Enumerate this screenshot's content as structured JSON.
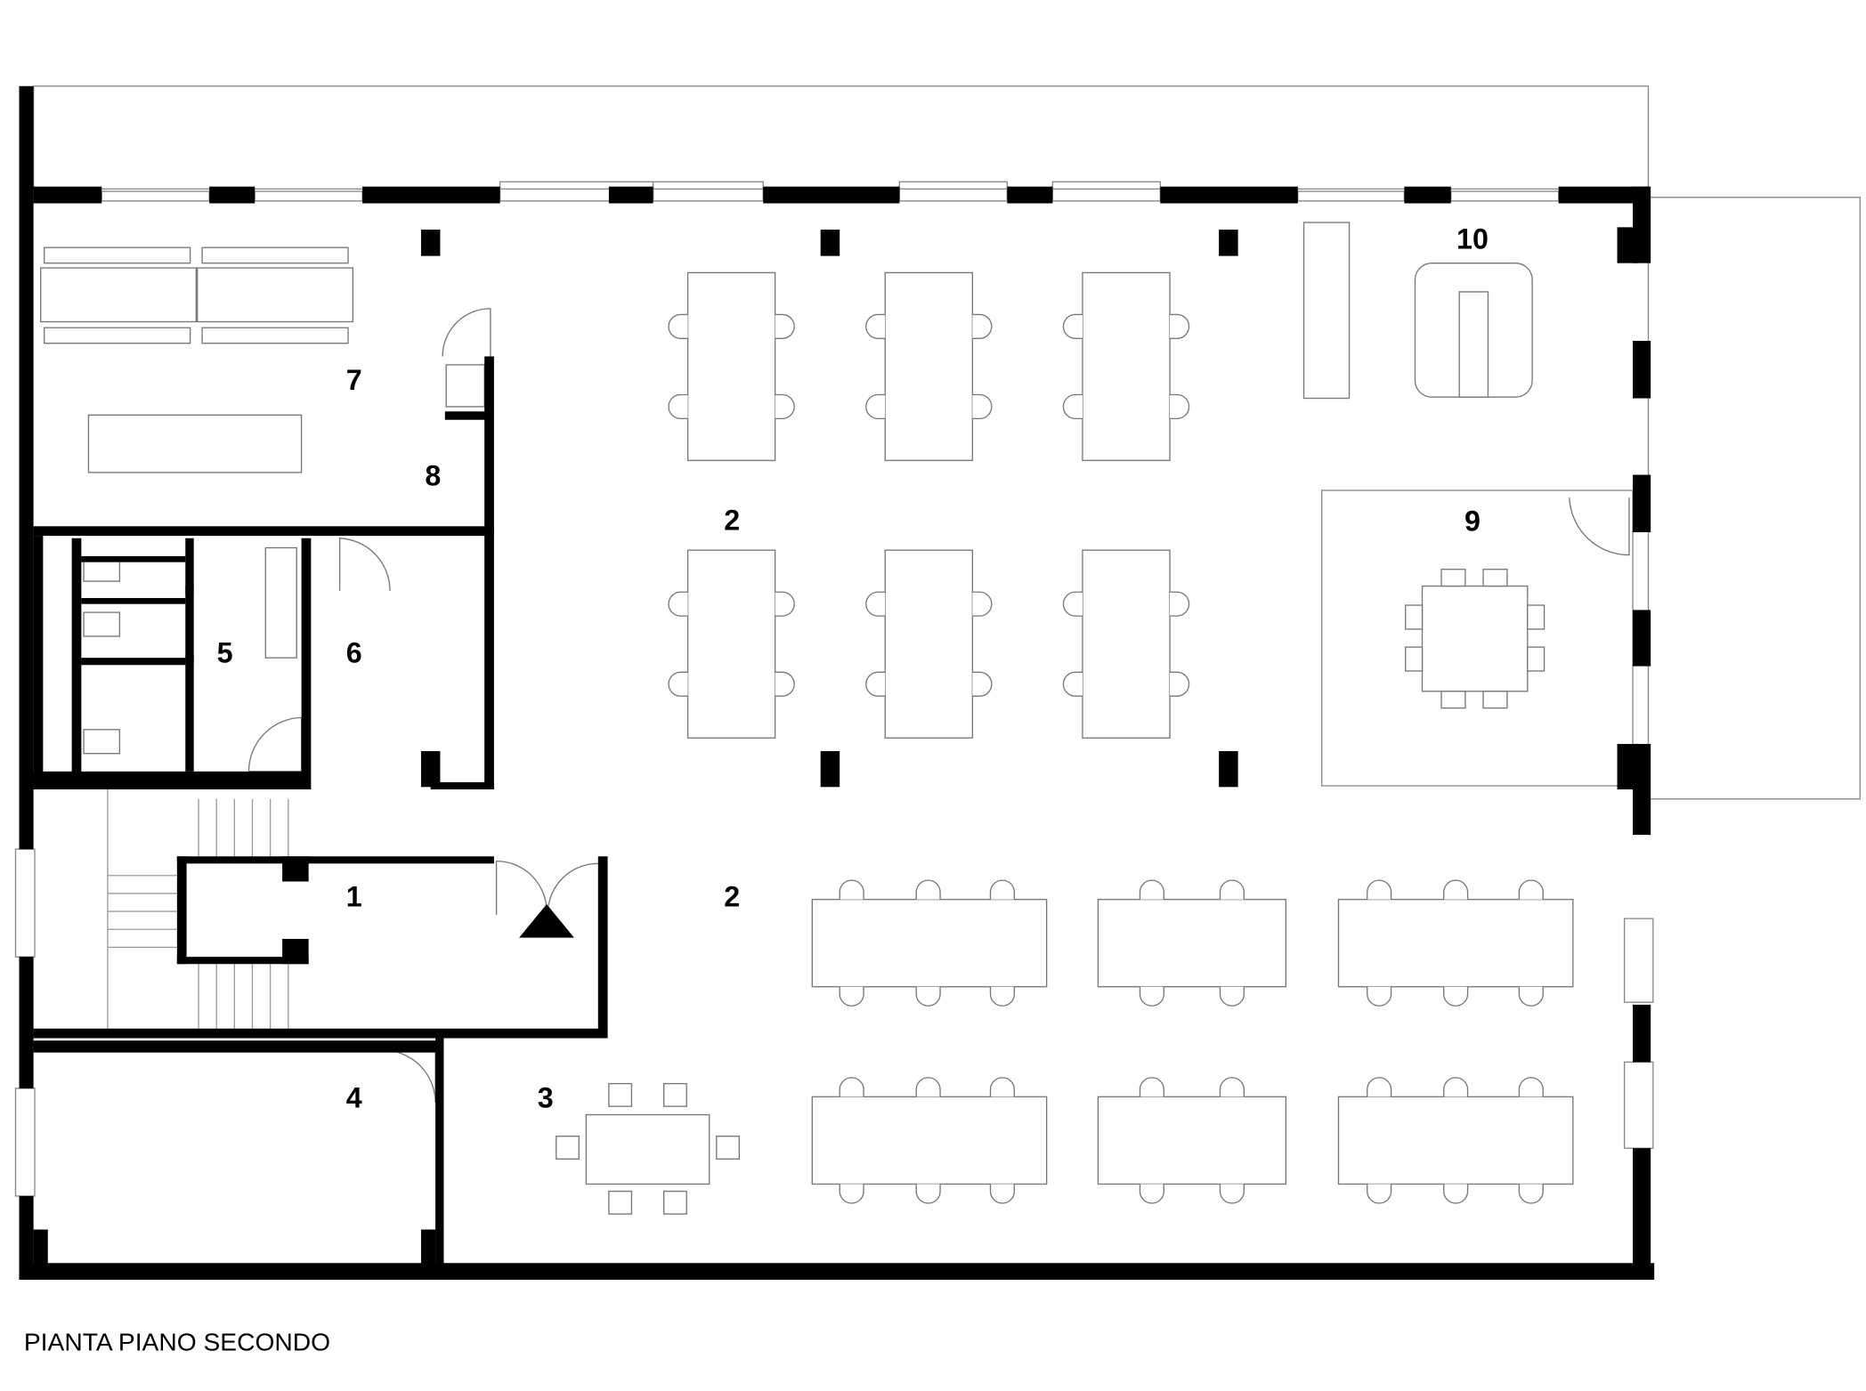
{
  "title": "PIANTA PIANO SECONDO",
  "rooms": [
    {
      "id": "1",
      "label": "1"
    },
    {
      "id": "2a",
      "label": "2"
    },
    {
      "id": "2b",
      "label": "2"
    },
    {
      "id": "3",
      "label": "3"
    },
    {
      "id": "4",
      "label": "4"
    },
    {
      "id": "5",
      "label": "5"
    },
    {
      "id": "6",
      "label": "6"
    },
    {
      "id": "7",
      "label": "7"
    },
    {
      "id": "8",
      "label": "8"
    },
    {
      "id": "9",
      "label": "9"
    },
    {
      "id": "10",
      "label": "10"
    }
  ],
  "colors": {
    "wall": "#000000",
    "furniture": "#777777"
  }
}
